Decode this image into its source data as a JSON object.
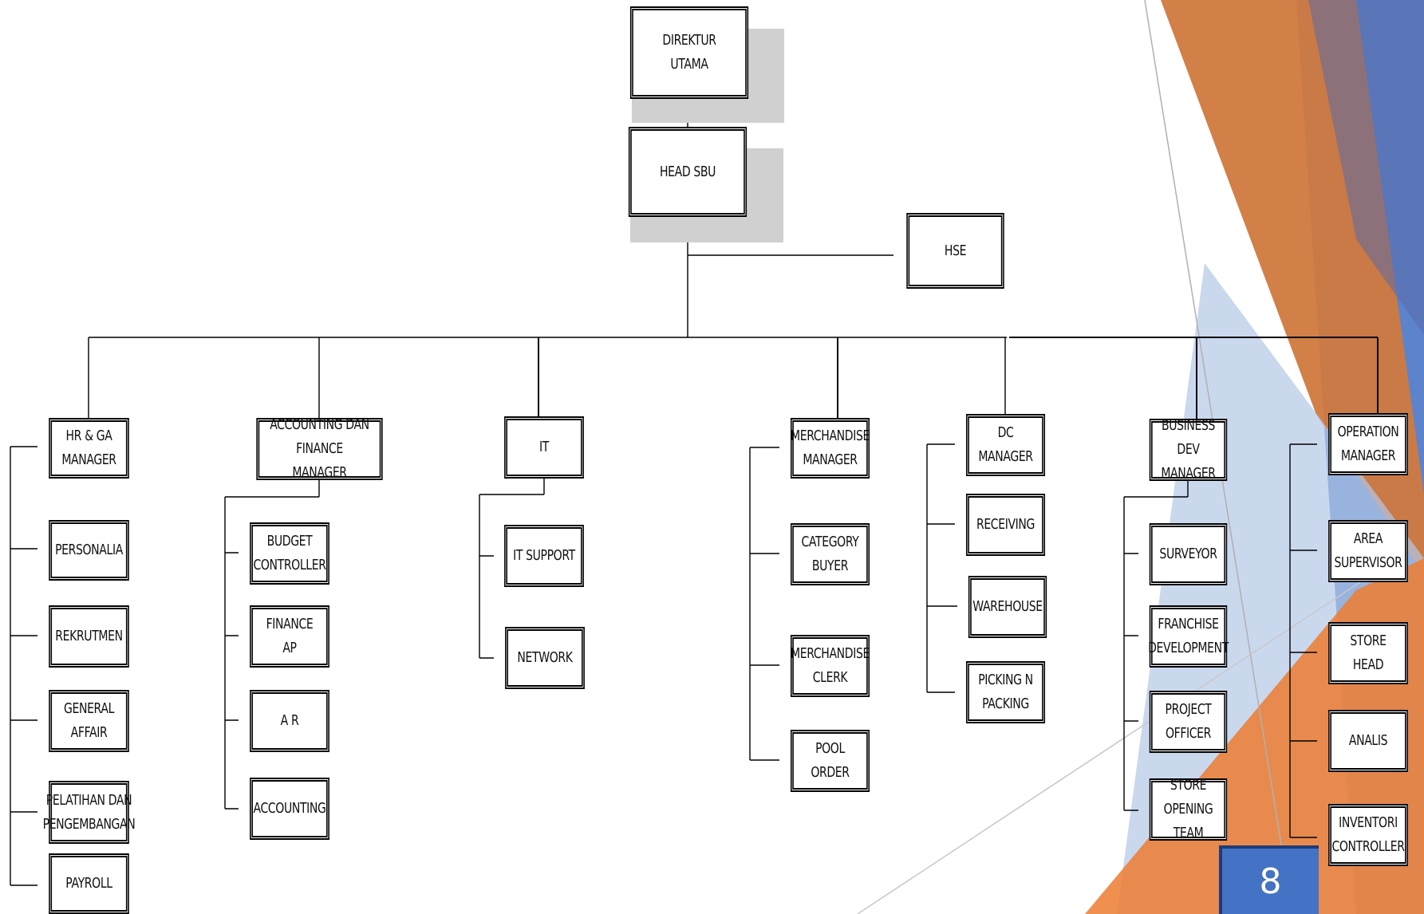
{
  "org_chart": {
    "direktur_utama": "DIREKTUR\nUTAMA",
    "head_sbu": "HEAD SBU",
    "hse": "HSE",
    "hr_ga": {
      "manager": "HR & GA\nMANAGER",
      "staff": [
        "PERSONALIA",
        "REKRUTMEN",
        "GENERAL\nAFFAIR",
        "PELATIHAN DAN\nPENGEMBANGAN",
        "PAYROLL"
      ]
    },
    "accounting_finance": {
      "manager": "ACCOUNTING DAN FINANCE\nMANAGER",
      "staff": [
        "BUDGET\nCONTROLLER",
        "FINANCE\nAP",
        "A R",
        "ACCOUNTING"
      ]
    },
    "it": {
      "manager": "IT",
      "staff": [
        "IT SUPPORT",
        "NETWORK"
      ]
    },
    "merchandise": {
      "manager": "MERCHANDISE\nMANAGER",
      "staff": [
        "CATEGORY\nBUYER",
        "MERCHANDISE\nCLERK",
        "POOL\nORDER"
      ]
    },
    "dc": {
      "manager": "DC\nMANAGER",
      "staff": [
        "RECEIVING",
        "WAREHOUSE",
        "PICKING N\nPACKING"
      ]
    },
    "business_dev": {
      "manager": "BUSINESS DEV\nMANAGER",
      "staff": [
        "SURVEYOR",
        "FRANCHISE\nDEVELOPMENT",
        "PROJECT\nOFFICER",
        "STORE OPENING\nTEAM"
      ]
    },
    "operation": {
      "manager": "OPERATION\nMANAGER",
      "staff": [
        "AREA\nSUPERVISOR",
        "STORE\nHEAD",
        "ANALIS",
        "INVENTORI\nCONTROLLER"
      ]
    }
  },
  "page_number": "8",
  "colors": {
    "orange": "#c55a11",
    "light_orange": "#ed7d31",
    "blue": "#4472c4",
    "light_blue": "#b4c7e7",
    "shadow_gray": "#d0d0d0"
  }
}
